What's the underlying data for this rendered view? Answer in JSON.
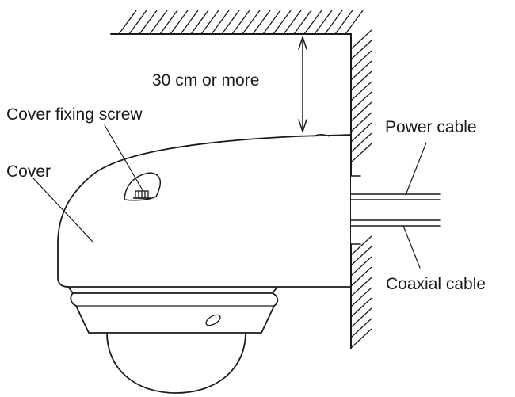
{
  "labels": {
    "clearance": "30 cm or more",
    "cover_fixing_screw": "Cover fixing screw",
    "cover": "Cover",
    "power_cable": "Power cable",
    "coaxial_cable": "Coaxial cable"
  },
  "colors": {
    "ink": "#1a1a1a",
    "background": "#ffffff"
  }
}
